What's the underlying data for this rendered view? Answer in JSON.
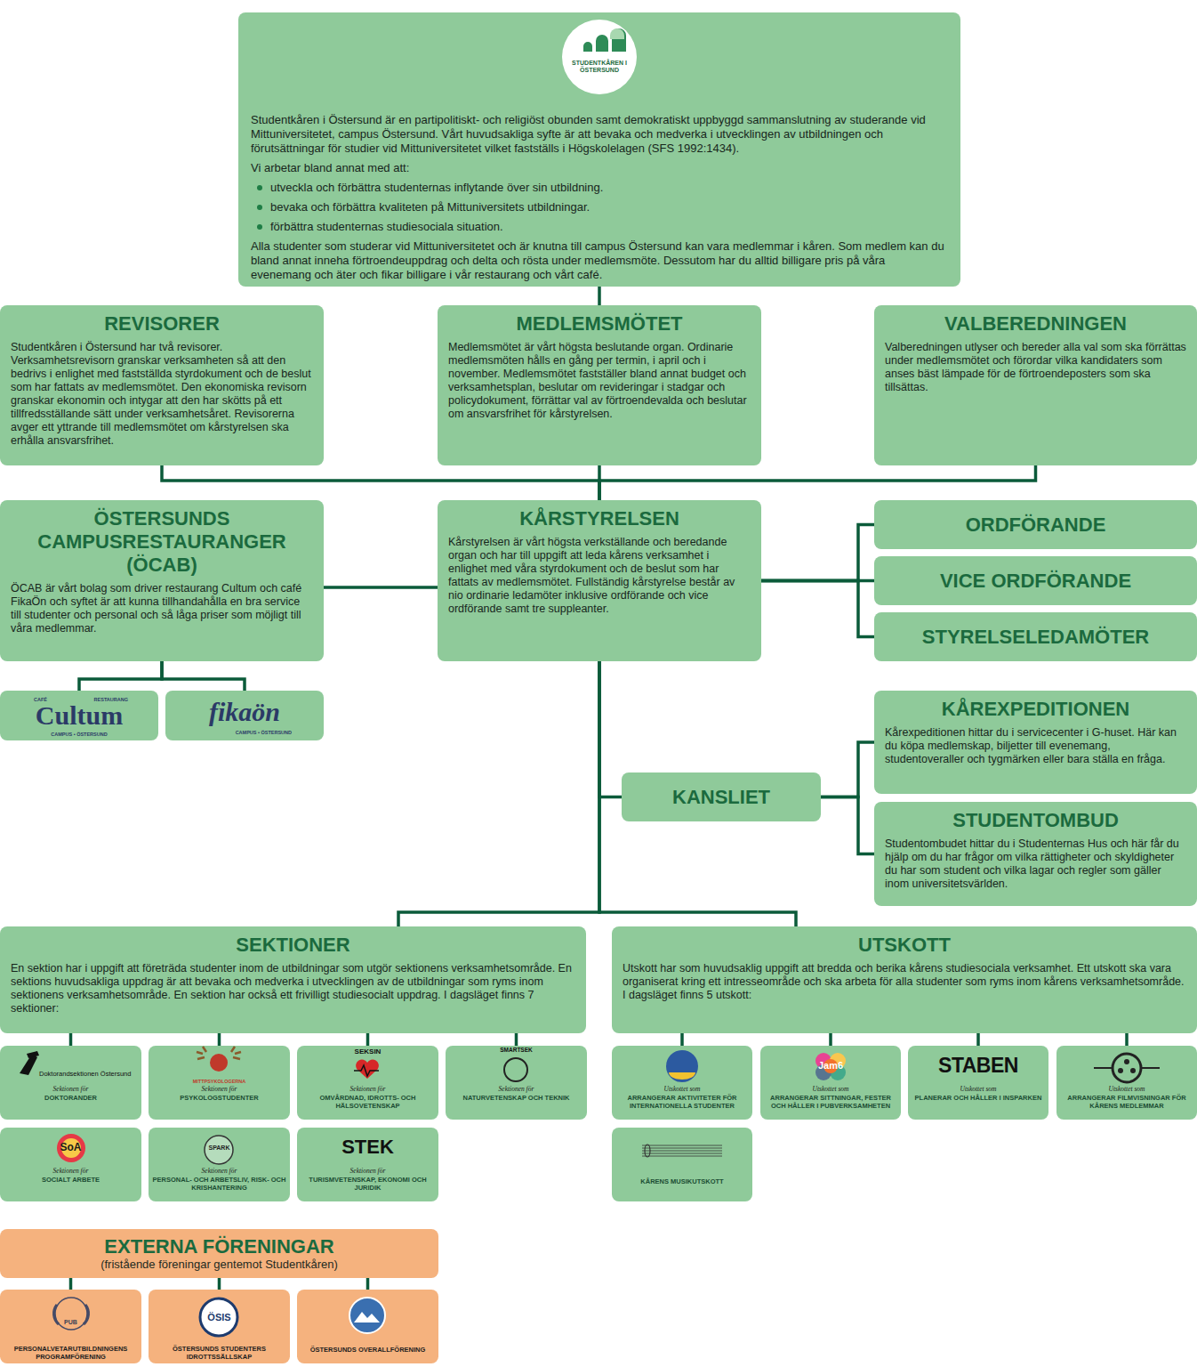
{
  "diagram": {
    "nodes": [
      {
        "text": [
          "STUDENTKÅREN I ÖSTERSUND",
          "Studentkåren i Östersund är en partipolitiskt- och religiöst obunden samt demokratiskt uppbyggd sammanslutning av studerande vid Mittuniversitetet, campus Östersund. Vårt huvudsakliga syfte är att bevaka och medverka i utvecklingen av utbildningen och förutsättningar för studier vid Mittuniversitetet vilket fastställs i Högskolelagen (SFS 1992:1434).",
          "Vi arbetar bland annat med att:",
          "utveckla och förbättra studenternas inflytande över sin utbildning.",
          "bevaka och förbättra kvaliteten på Mittuniversitets utbildningar.",
          "förbättra studenternas studiesociala situation.",
          "Alla studenter som studerar vid Mittuniversitetet och är knutna till campus Östersund kan vara medlemmar i kåren. Som medlem kan du bland annat inneha förtroendeuppdrag och delta och rösta under medlemsmöte. Dessutom har du alltid billigare pris på våra evenemang och äter och fikar billigare i vår restaurang och vårt café."
        ]
      },
      {
        "text": [
          "REVISORER",
          "Studentkåren i Östersund har två revisorer. Verksamhetsrevisorn granskar verksamheten så att den bedrivs i enlighet med fastställda styrdokument och de beslut som har fattats av medlemsmötet. Den ekonomiska revisorn granskar ekonomin och intygar att den har skötts på ett tillfredsställande sätt under verksamhetsåret. Revisorerna avger ett yttrande till medlemsmötet om kårstyrelsen ska erhålla ansvarsfrihet."
        ]
      },
      {
        "text": [
          "MEDLEMSMÖTET",
          "Medlemsmötet är vårt högsta beslutande organ. Ordinarie medlemsmöten hålls en gång per termin, i april och i november. Medlemsmötet fastställer bland annat budget och verksamhetsplan, beslutar om revideringar i stadgar och policydokument, förrättar val av förtroendevalda och beslutar om ansvarsfrihet för kårstyrelsen."
        ]
      },
      {
        "text": [
          "VALBEREDNINGEN",
          "Valberedningen utlyser och bereder alla val som ska förrättas under medlemsmötet och förordar vilka kandidaters som anses bäst lämpade för de förtroendeposters som ska tillsättas."
        ]
      },
      {
        "text": [
          "ÖSTERSUNDS CAMPUSRESTAURANGER (ÖCAB)",
          "ÖCAB är vårt bolag som driver restaurang Cultum och café FikaÖn och syftet är att kunna tillhandahålla en bra service till studenter och personal och så låga priser som möjligt till våra medlemmar."
        ]
      },
      {
        "text": [
          "KÅRSTYRELSEN",
          "Kårstyrelsen är vårt högsta verkställande och beredande organ och har till uppgift att leda kårens verksamhet i enlighet med våra styrdokument och de beslut som har fattats av medlemsmötet. Fullständig kårstyrelse består av nio ordinarie ledamöter inklusive ordförande och vice ordförande samt tre suppleanter."
        ]
      },
      {
        "text": [
          "ORDFÖRANDE"
        ]
      },
      {
        "text": [
          "VICE ORDFÖRANDE"
        ]
      },
      {
        "text": [
          "STYRELSELEDAMÖTER"
        ]
      },
      {
        "text": [
          "CAFÉ",
          "RESTAURANG",
          "Cultum",
          "CAMPUS • ÖSTERSUND"
        ]
      },
      {
        "text": [
          "fikaön",
          "CAMPUS • ÖSTERSUND"
        ]
      },
      {
        "text": [
          "KÅREXPEDITIONEN",
          "Kårexpeditionen hittar du i servicecenter i G-huset. Här kan du köpa medlemskap, biljetter till evenemang, studentoveraller och tygmärken eller bara ställa en fråga."
        ]
      },
      {
        "text": [
          "KANSLIET"
        ]
      },
      {
        "text": [
          "STUDENTOMBUD",
          "Studentombudet hittar du i Studenternas Hus och här får du hjälp om du har frågor om vilka rättigheter och skyldigheter du har som student och vilka lagar och regler som gäller inom universitetsvärlden."
        ]
      },
      {
        "text": [
          "SEKTIONER",
          "En sektion har i uppgift att företräda studenter inom de utbildningar som utgör sektionens verksamhetsområde. En sektions huvudsakliga uppdrag är att bevaka och medverka i utvecklingen av de utbildningar som ryms inom sektionens verksamhetsområde. En sektion har också ett frivilligt studiesocialt uppdrag. I dagsläget finns 7 sektioner:"
        ]
      },
      {
        "text": [
          "UTSKOTT",
          "Utskott har som huvudsaklig uppgift att bredda och berika kårens studiesociala verksamhet. Ett utskott ska vara organiserat kring ett intresseområde och ska arbeta för alla studenter som ryms inom kårens verksamhetsområde.",
          "I dagsläget finns 5 utskott:"
        ]
      },
      {
        "text": [
          "Doktorandsektionen Östersund",
          "Sektionen för",
          "DOKTORANDER"
        ]
      },
      {
        "text": [
          "MITTPSYKOLOGERNA",
          "Sektionen för",
          "PSYKOLOGSTUDENTER"
        ]
      },
      {
        "text": [
          "SEKSIN",
          "Sektionen för",
          "OMVÅRDNAD, IDROTTS- OCH HÄLSOVETENSKAP"
        ]
      },
      {
        "text": [
          "SMARTSEK",
          "Sektionen för",
          "NATURVETENSKAP OCH TEKNIK"
        ]
      },
      {
        "text": [
          "SoA",
          "Sektionen för",
          "SOCIALT ARBETE"
        ]
      },
      {
        "text": [
          "SPARK",
          "Sektionen för",
          "PERSONAL- OCH ARBETSLIV, RISK- OCH KRISHANTERING"
        ]
      },
      {
        "text": [
          "STEK",
          "Sektionen för",
          "TURISMVETENSKAP, EKONOMI OCH JURIDIK"
        ]
      },
      {
        "text": [
          "Utskottet som",
          "ARRANGERAR AKTIVITETER FÖR INTERNATIONELLA STUDENTER"
        ]
      },
      {
        "text": [
          "Jam6",
          "Utskottet som",
          "ARRANGERAR SITTNINGAR, FESTER OCH HÅLLER I PUBVERKSAMHETEN"
        ]
      },
      {
        "text": [
          "STABEN",
          "Utskottet som",
          "PLANERAR OCH HÅLLER I INSPARKEN"
        ]
      },
      {
        "text": [
          "Utskottet som",
          "ARRANGERAR FILMVISNINGAR FÖR KÅRENS MEDLEMMAR"
        ]
      },
      {
        "text": [
          "KÅRENS MUSIKUTSKOTT"
        ]
      },
      {
        "text": [
          "EXTERNA FÖRENINGAR",
          "(fristående föreningar gentemot Studentkåren)"
        ]
      },
      {
        "text": [
          "PUB",
          "PERSONALVETARUTBILDNINGENS PROGRAMFÖRENING"
        ]
      },
      {
        "text": [
          "ÖSIS",
          "ÖSTERSUNDS STUDENTERS IDROTTSSÄLLSKAP"
        ]
      },
      {
        "text": [
          "ÖSTERSUNDS OVERALLFÖRENING"
        ]
      }
    ],
    "edges": [
      {
        "from": 0,
        "to": 2,
        "arrow": "none"
      },
      {
        "from": 1,
        "to": 5,
        "arrow": "none"
      },
      {
        "from": 2,
        "to": 5,
        "arrow": "none"
      },
      {
        "from": 3,
        "to": 5,
        "arrow": "none"
      },
      {
        "from": 4,
        "to": 5,
        "arrow": "none"
      },
      {
        "from": 5,
        "to": 6,
        "arrow": "none"
      },
      {
        "from": 5,
        "to": 7,
        "arrow": "none"
      },
      {
        "from": 5,
        "to": 8,
        "arrow": "none"
      },
      {
        "from": 4,
        "to": 9,
        "arrow": "none"
      },
      {
        "from": 4,
        "to": 10,
        "arrow": "none"
      },
      {
        "from": 5,
        "to": 12,
        "arrow": "none"
      },
      {
        "from": 12,
        "to": 11,
        "arrow": "none"
      },
      {
        "from": 12,
        "to": 13,
        "arrow": "none"
      },
      {
        "from": 5,
        "to": 14,
        "arrow": "none"
      },
      {
        "from": 5,
        "to": 15,
        "arrow": "none"
      },
      {
        "from": 14,
        "to": 16,
        "arrow": "none"
      },
      {
        "from": 14,
        "to": 17,
        "arrow": "none"
      },
      {
        "from": 14,
        "to": 18,
        "arrow": "none"
      },
      {
        "from": 14,
        "to": 19,
        "arrow": "none"
      },
      {
        "from": 15,
        "to": 23,
        "arrow": "none"
      },
      {
        "from": 15,
        "to": 24,
        "arrow": "none"
      },
      {
        "from": 15,
        "to": 25,
        "arrow": "none"
      },
      {
        "from": 15,
        "to": 26,
        "arrow": "none"
      },
      {
        "from": 28,
        "to": 29,
        "arrow": "none"
      },
      {
        "from": 28,
        "to": 30,
        "arrow": "none"
      },
      {
        "from": 28,
        "to": 31,
        "arrow": "none"
      }
    ]
  }
}
